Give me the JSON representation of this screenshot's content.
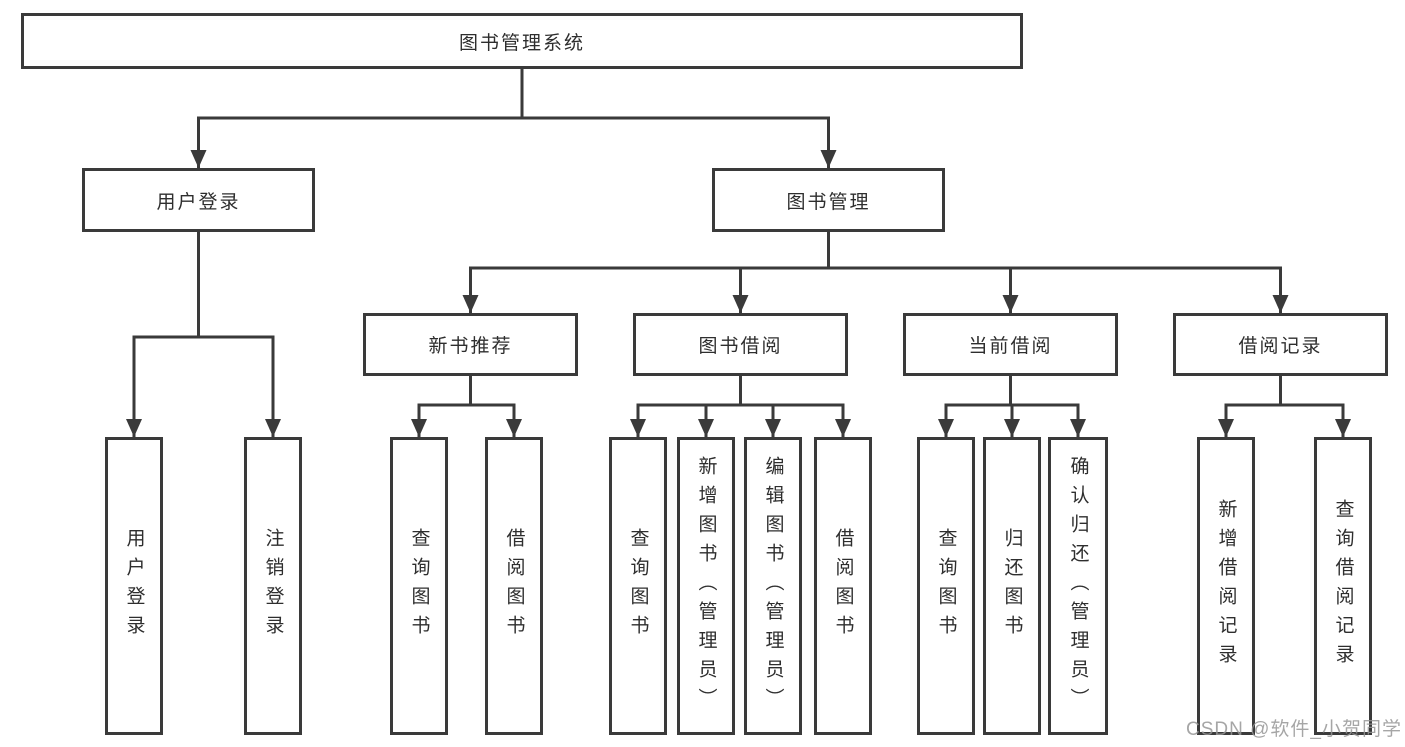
{
  "tree": {
    "root": {
      "label": "图书管理系统"
    },
    "branches": [
      {
        "label": "用户登录",
        "children": [
          {
            "label": "用户登录"
          },
          {
            "label": "注销登录"
          }
        ]
      },
      {
        "label": "图书管理",
        "children": [
          {
            "label": "新书推荐",
            "children": [
              {
                "label": "查询图书"
              },
              {
                "label": "借阅图书"
              }
            ]
          },
          {
            "label": "图书借阅",
            "children": [
              {
                "label": "查询图书"
              },
              {
                "label": "新增图书（管理员）"
              },
              {
                "label": "编辑图书（管理员）"
              },
              {
                "label": "借阅图书"
              }
            ]
          },
          {
            "label": "当前借阅",
            "children": [
              {
                "label": "查询图书"
              },
              {
                "label": "归还图书"
              },
              {
                "label": "确认归还（管理员）"
              }
            ]
          },
          {
            "label": "借阅记录",
            "children": [
              {
                "label": "新增借阅记录"
              },
              {
                "label": "查询借阅记录"
              }
            ]
          }
        ]
      }
    ]
  },
  "watermark": {
    "text": "CSDN @软件_小贺同学"
  },
  "colors": {
    "line": "#3a3a3a",
    "box_border": "#3a3a3a",
    "box_fill": "#ffffff",
    "text": "#2e2e2e",
    "watermark": "#969696",
    "background": "#ffffff"
  }
}
